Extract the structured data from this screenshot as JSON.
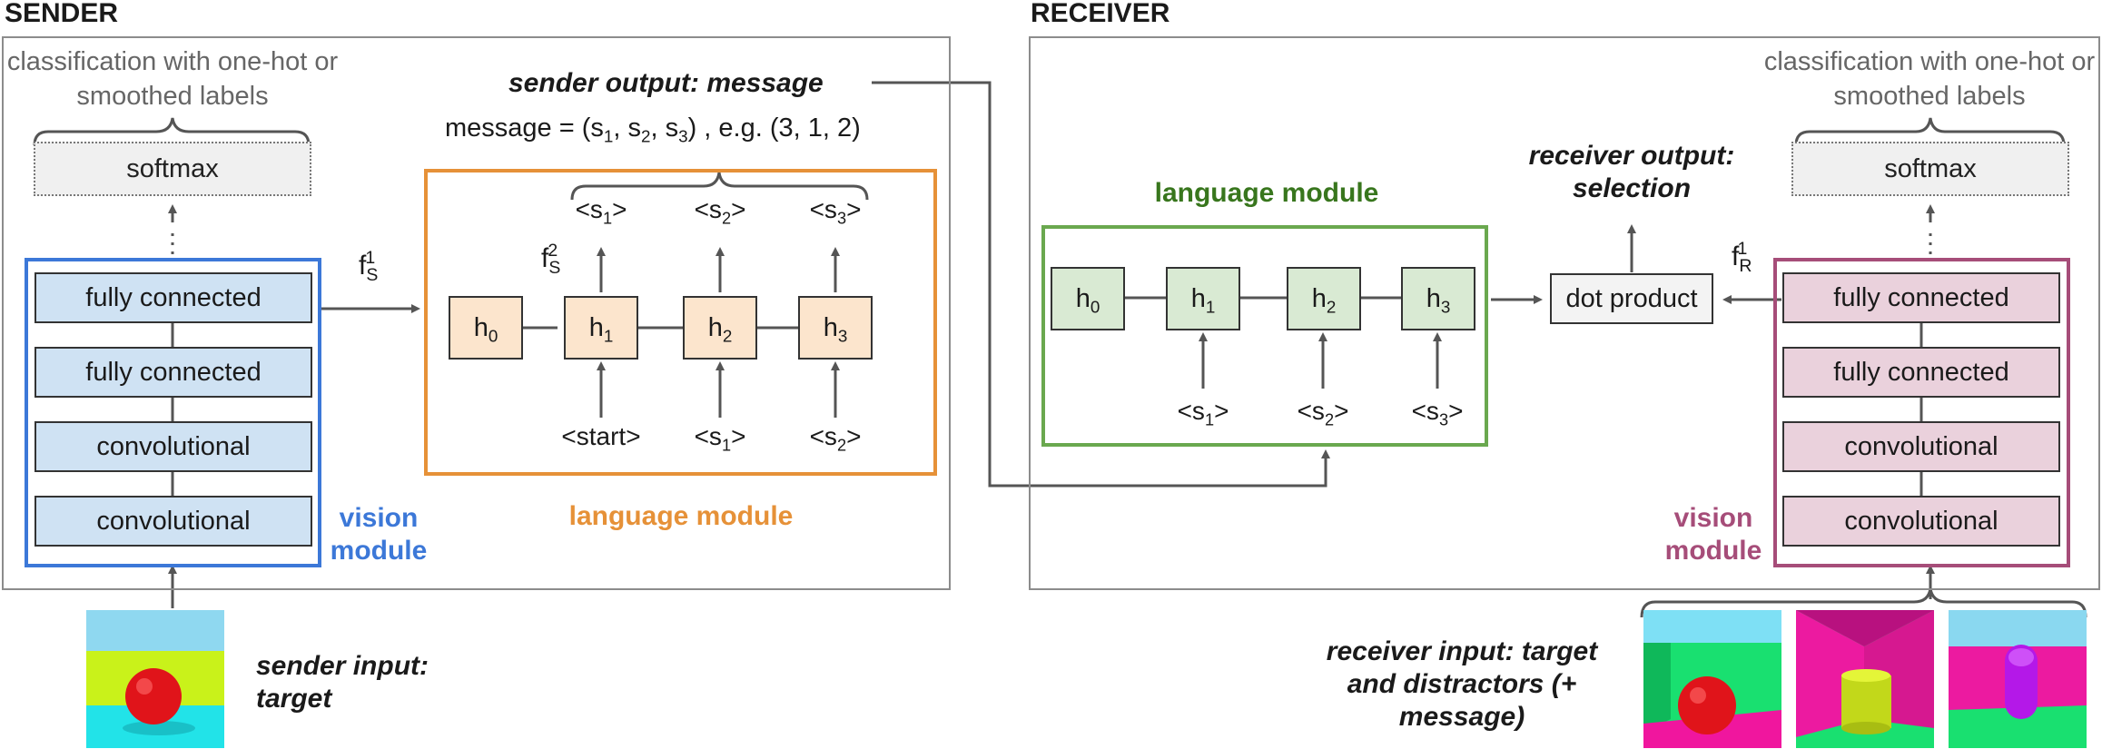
{
  "sender": {
    "title": "SENDER",
    "classification_label": "classification with one-hot or smoothed labels",
    "softmax": "softmax",
    "layers": [
      "fully connected",
      "fully connected",
      "convolutional",
      "convolutional"
    ],
    "vision_module": "vision module",
    "f_symbol": "f",
    "f_sub": "S",
    "f1_sup": "1",
    "f2_sup": "2",
    "language_module": "language module",
    "output_title": "sender output: message",
    "message_formula": "message = (s1, s2, s3) , e.g. (3, 1, 2)",
    "hidden": [
      "h0",
      "h1",
      "h2",
      "h3"
    ],
    "outputs": [
      "<s1>",
      "<s2>",
      "<s3>"
    ],
    "inputs": [
      "<start>",
      "<s1>",
      "<s2>"
    ],
    "input_title": "sender input: target"
  },
  "receiver": {
    "title": "RECEIVER",
    "classification_label": "classification with one-hot or smoothed labels",
    "softmax": "softmax",
    "layers": [
      "fully connected",
      "fully connected",
      "convolutional",
      "convolutional"
    ],
    "vision_module": "vision module",
    "f_symbol": "f",
    "f_sub": "R",
    "f_sup": "1",
    "language_module": "language module",
    "hidden": [
      "h0",
      "h1",
      "h2",
      "h3"
    ],
    "inputs": [
      "<s1>",
      "<s2>",
      "<s3>"
    ],
    "dot_product": "dot product",
    "output_title": "receiver output: selection",
    "input_title": "receiver input: target and distractors (+ message)"
  },
  "colors": {
    "sender_vision": "#3c78d8",
    "sender_language": "#e69138",
    "receiver_language": "#6aa84f",
    "receiver_vision": "#a64d79",
    "sender_vision_label": "#3c78d8",
    "sender_language_label": "#e69138",
    "receiver_language_label": "#38761d",
    "receiver_vision_label": "#a64d79"
  }
}
